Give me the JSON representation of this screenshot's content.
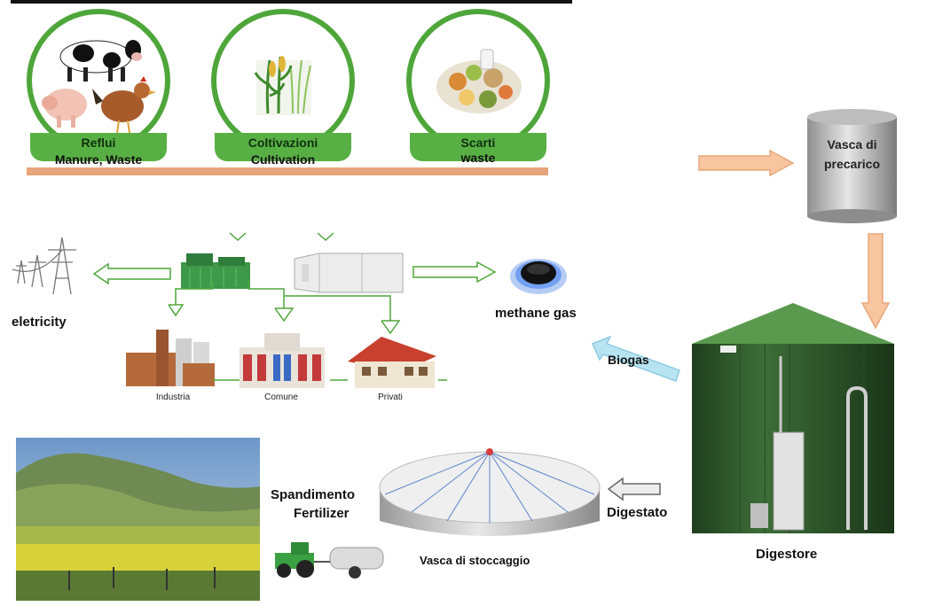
{
  "feedstock": [
    {
      "title": "Reflui",
      "subtitle": "Manure, Waste"
    },
    {
      "title": "Coltivazioni",
      "subtitle": "Cultivation"
    },
    {
      "title": "Scarti",
      "subtitle": "waste"
    }
  ],
  "labels": {
    "electricity": "eletricity",
    "methane": "methane gas",
    "industria": "Industria",
    "comune": "Comune",
    "privati": "Privati",
    "precarico_line1": "Vasca di",
    "precarico_line2": "precarico",
    "biogas": "Biogas",
    "digestato": "Digestato",
    "digestore": "Digestore",
    "stoccaggio": "Vasca di stoccaggio",
    "spandimento": "Spandimento",
    "fertilizer": "Fertilizer"
  },
  "colors": {
    "green": "#4ea63a",
    "banner": "#58b044",
    "ground": "#e6a57a",
    "orange_arrow": "#f7c59f",
    "blue_arrow": "#b8e4f2",
    "digester": "#2f5f2c"
  },
  "icons": [
    "cow-icon",
    "pig-icon",
    "hen-icon",
    "corn-icon",
    "food-scraps-icon",
    "power-pylon-icon",
    "generator-icon",
    "container-icon",
    "gas-flame-icon",
    "factory-icon",
    "townhall-icon",
    "house-icon",
    "tractor-icon"
  ]
}
